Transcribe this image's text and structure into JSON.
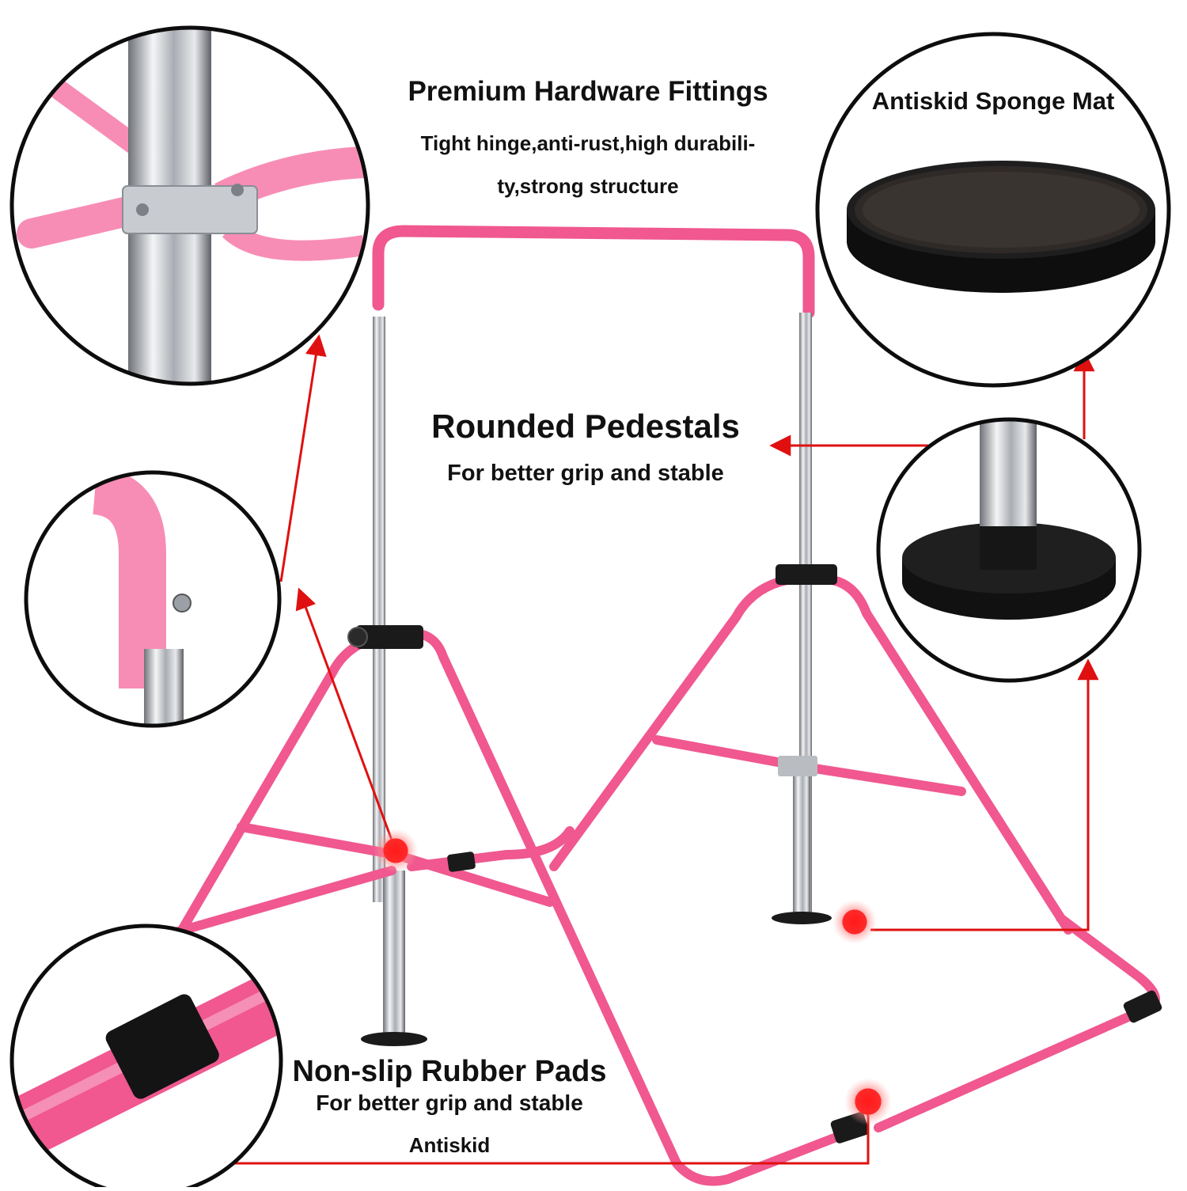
{
  "hardware": {
    "title": "Premium Hardware Fittings",
    "line1": "Tight hinge,anti-rust,high durabili-",
    "line2": "ty,strong structure"
  },
  "mat": {
    "title": "Antiskid Sponge Mat"
  },
  "pedestals": {
    "title": "Rounded Pedestals",
    "subtitle": "For better grip and stable"
  },
  "pads": {
    "title": "Non-slip Rubber Pads",
    "subtitle": "For better grip and stable",
    "note": "Antiskid"
  },
  "colors": {
    "frame_pink": "#f0588f",
    "frame_pink_light": "#f78db5",
    "arrow_red": "#e01010",
    "chrome": "#c9ccd1",
    "rubber_black": "#1a1a1a",
    "circle_border": "#0d0d0d"
  }
}
